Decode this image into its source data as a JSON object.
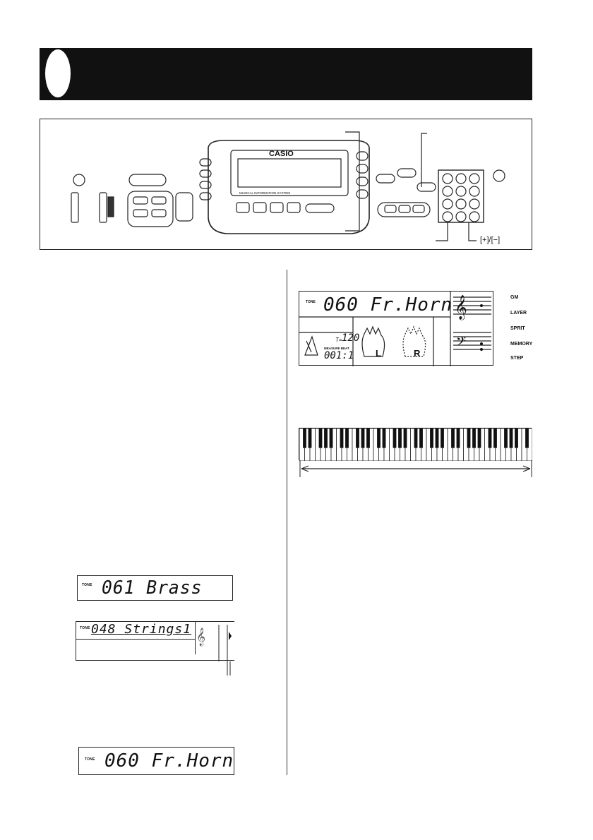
{
  "panel": {
    "brand": "CASIO",
    "system_label": "MUSICAL INFORMATION SYSTEM",
    "plus_minus_label": "[+]/[−]"
  },
  "displays": {
    "brass": {
      "tone_label": "TONE",
      "number": "061",
      "name": "Brass"
    },
    "strings": {
      "tone_label": "TONE",
      "number": "048",
      "name": "Strings1"
    },
    "horn": {
      "tone_label": "TONE",
      "number": "060",
      "name": "Fr.Horn"
    }
  },
  "main_lcd": {
    "tone_label": "TONE",
    "number": "060",
    "name": "Fr.Horn",
    "tempo_label": "T=",
    "tempo_value": "120",
    "measure_label": "MEASURE",
    "beat_label": "BEAT",
    "measure_beat": "001:1",
    "left_hand": "L",
    "right_hand": "R"
  },
  "modes": [
    "GM",
    "LAYER",
    "SPRIT",
    "MEMORY",
    "STEP"
  ],
  "colors": {
    "ink": "#111111",
    "paper": "#ffffff"
  }
}
